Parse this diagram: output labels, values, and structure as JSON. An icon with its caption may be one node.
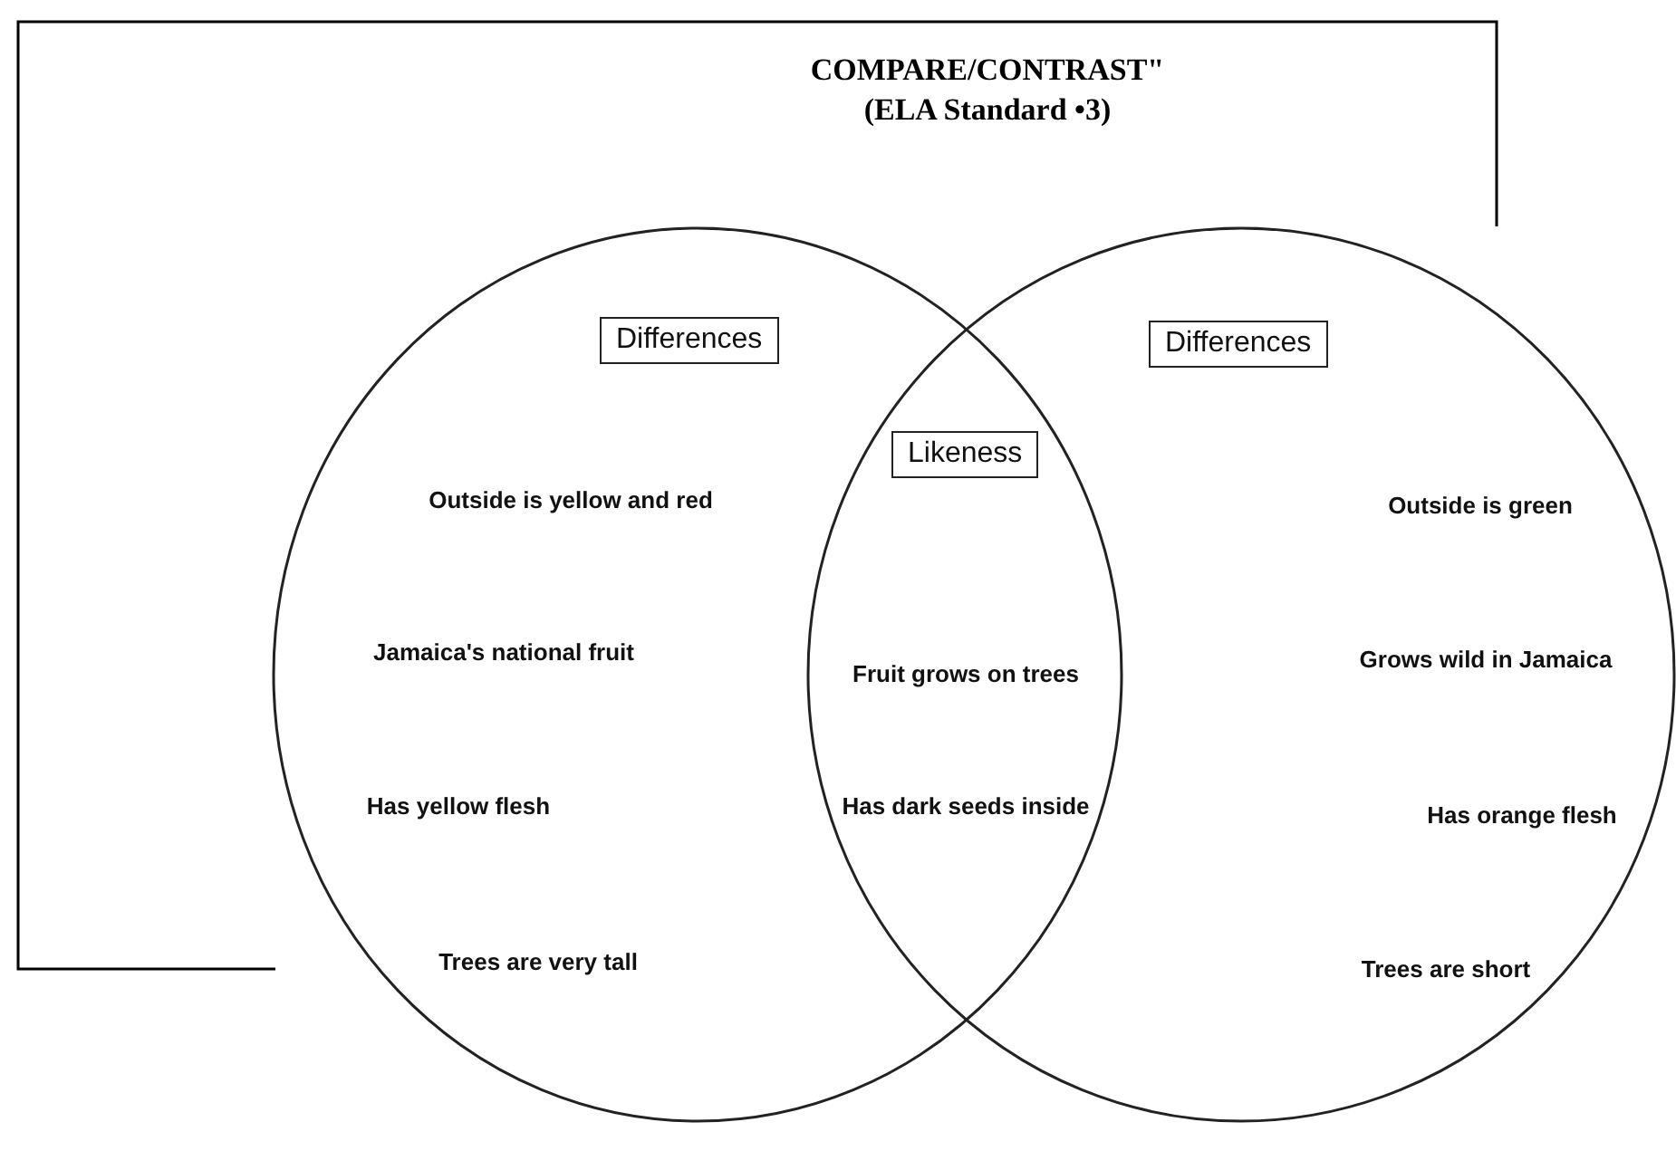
{
  "diagram": {
    "title": "COMPARE/CONTRAST\" (ELA Standard •3)",
    "nodes": [
      {
        "text": [
          "Outside is yellow and red",
          "Jamaica's national fruit",
          "Has yellow flesh",
          "Trees are very tall"
        ]
      },
      {
        "text": [
          "Differences"
        ],
        "in": 0
      },
      {
        "text": [
          "Outside is green",
          "Grows wild in Jamaica",
          "Has orange flesh",
          "Trees are short"
        ]
      },
      {
        "text": [
          "Differences"
        ],
        "in": 2
      },
      {
        "text": [
          "Likeness"
        ]
      }
    ],
    "edges": [],
    "labels": [
      "Fruit grows on trees",
      "Has dark seeds inside"
    ]
  }
}
